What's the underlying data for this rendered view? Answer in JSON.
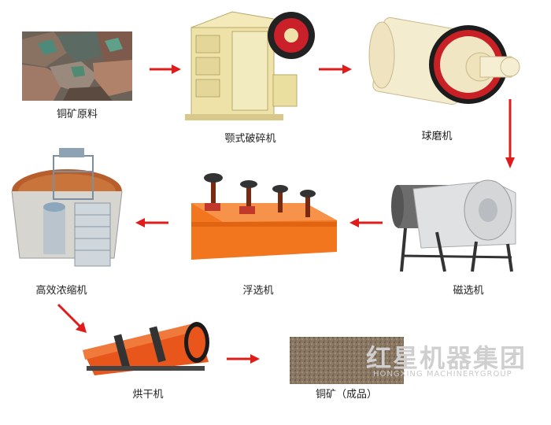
{
  "diagram": {
    "arrow_color": "#e01b1b",
    "steps": [
      {
        "id": "raw-ore",
        "label": "铜矿原料"
      },
      {
        "id": "jaw-crusher",
        "label": "颚式破碎机"
      },
      {
        "id": "ball-mill",
        "label": "球磨机"
      },
      {
        "id": "magnetic-separator",
        "label": "磁选机"
      },
      {
        "id": "flotation-machine",
        "label": "浮选机"
      },
      {
        "id": "thickener",
        "label": "高效浓缩机"
      },
      {
        "id": "rotary-dryer",
        "label": "烘干机"
      },
      {
        "id": "copper-product",
        "label": "铜矿（成品）"
      }
    ],
    "flow": [
      "raw-ore",
      "jaw-crusher",
      "ball-mill",
      "magnetic-separator",
      "flotation-machine",
      "thickener",
      "rotary-dryer",
      "copper-product"
    ]
  },
  "watermark": {
    "brand_cn": "红星机器集团",
    "brand_en": "HONGXING MACHINERYGROUP"
  }
}
